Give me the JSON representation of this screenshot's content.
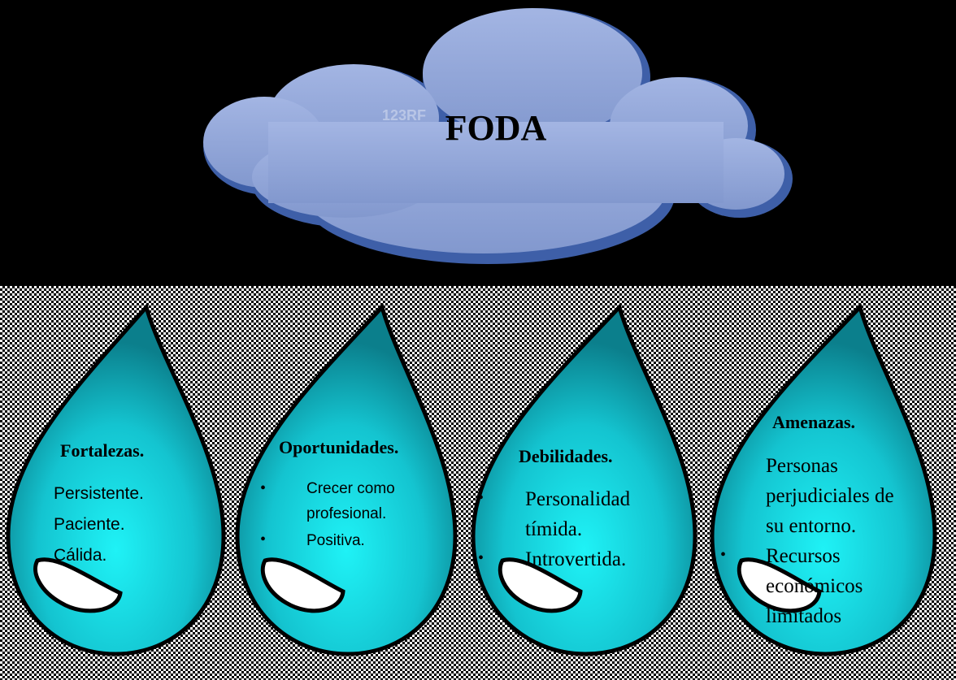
{
  "title": "FODA",
  "watermark": "123RF",
  "drops": [
    {
      "heading": "Fortalezas.",
      "items": [
        "Persistente.",
        "Paciente.",
        "Cálida."
      ]
    },
    {
      "heading": "Oportunidades.",
      "items": [
        "Crecer como",
        "profesional.",
        "Positiva."
      ]
    },
    {
      "heading": "Debilidades.",
      "items": [
        "Personalidad",
        "tímida.",
        "Introvertida."
      ]
    },
    {
      "heading": "Amenazas.",
      "items": [
        "Personas",
        "perjudiciales de",
        "su entorno.",
        "Recursos",
        "económicos",
        "limitados"
      ]
    }
  ],
  "colors": {
    "cloud": "#8FA3D6",
    "cloud_edge": "#3E5FA8",
    "drop_light": "#19E6F0",
    "drop_dark": "#0D8A96",
    "outline": "#000000"
  }
}
